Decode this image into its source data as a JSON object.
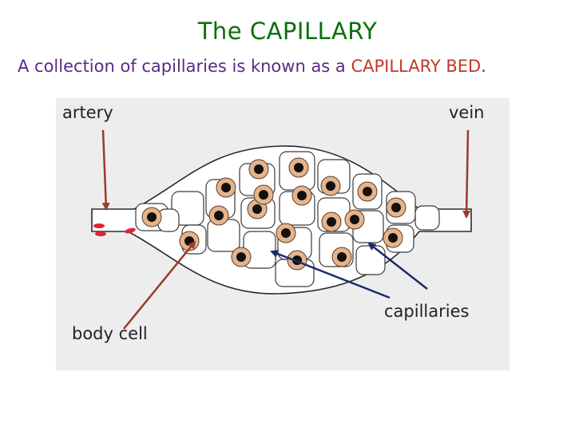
{
  "title": "The CAPILLARY",
  "subtitle": {
    "prefix": "A collection of capillaries is known as a ",
    "emphasis": "CAPILLARY BED",
    "suffix": "."
  },
  "labels": {
    "artery": "artery",
    "vein": "vein",
    "capillaries": "capillaries",
    "body_cell": "body cell"
  },
  "colors": {
    "title": "#0a6e0a",
    "subtitle": "#5b2a86",
    "emphasis": "#c0392b",
    "arrow_red": "#9a3a2a",
    "arrow_blue": "#1a2a6e",
    "red_blood_cell": "#d9282e",
    "cell_halo": "#e6b48a"
  }
}
